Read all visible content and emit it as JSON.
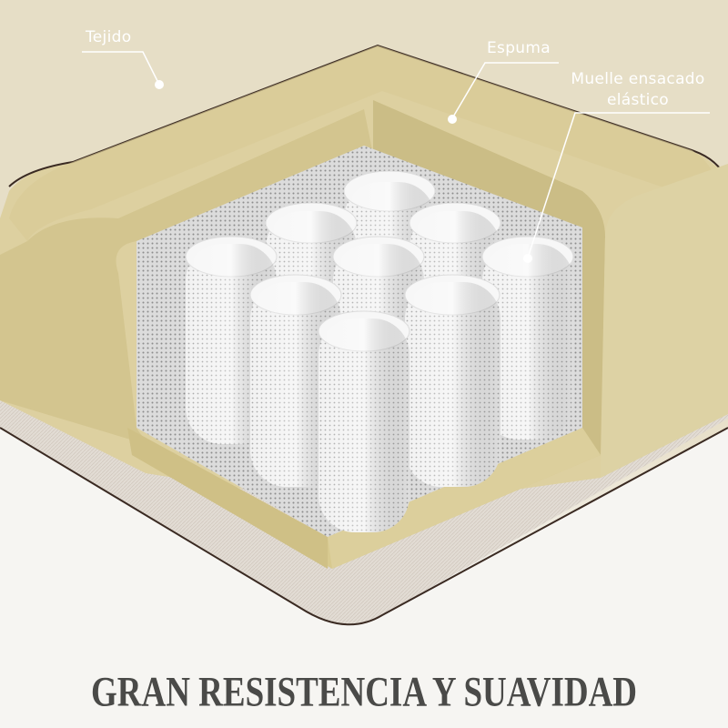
{
  "image": {
    "subject": "pocket spring mattress cross-section",
    "colors": {
      "fabric_cover": "#e6dec6",
      "foam": "#d9cc9c",
      "foam_shadow": "#cbbd88",
      "springs": "#f1f1f1",
      "spring_mesh_dark": "#b9b9b9",
      "base_fabric": "#e3ddd6",
      "outline": "#3a2a22",
      "label_text": "#ffffff",
      "headline_text": "#4a4a48"
    }
  },
  "callouts": [
    {
      "id": "tejido",
      "text": "Tejido"
    },
    {
      "id": "espuma",
      "text": "Espuma"
    },
    {
      "id": "muelle",
      "line1": "Muelle ensacado",
      "line2": "elástico"
    }
  ],
  "headline": "GRAN RESISTENCIA Y SUAVIDAD"
}
